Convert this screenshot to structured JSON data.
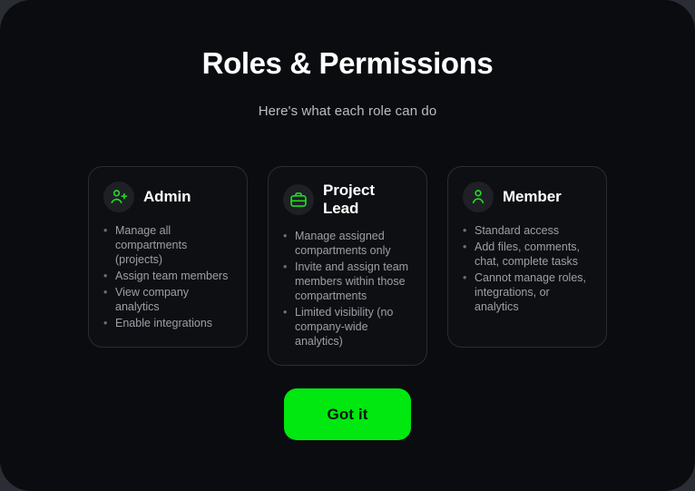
{
  "modal": {
    "title": "Roles & Permissions",
    "subtitle": "Here's what each role can do",
    "background_color": "#0b0c0f",
    "backdrop_color": "#2b2d35"
  },
  "cards": [
    {
      "icon": "user-plus-icon",
      "title": "Admin",
      "bullets": [
        "Manage all compartments (projects)",
        "Assign team members",
        "View company analytics",
        "Enable integrations"
      ]
    },
    {
      "icon": "briefcase-icon",
      "title": "Project Lead",
      "bullets": [
        "Manage assigned compartments only",
        "Invite and assign team members within those compartments",
        "Limited visibility (no company-wide analytics)"
      ]
    },
    {
      "icon": "user-icon",
      "title": "Member",
      "bullets": [
        "Standard access",
        "Add files, comments, chat, complete tasks",
        "Cannot manage roles, integrations, or analytics"
      ]
    }
  ],
  "footer": {
    "button_label": "Got it",
    "button_color": "#00e810"
  }
}
